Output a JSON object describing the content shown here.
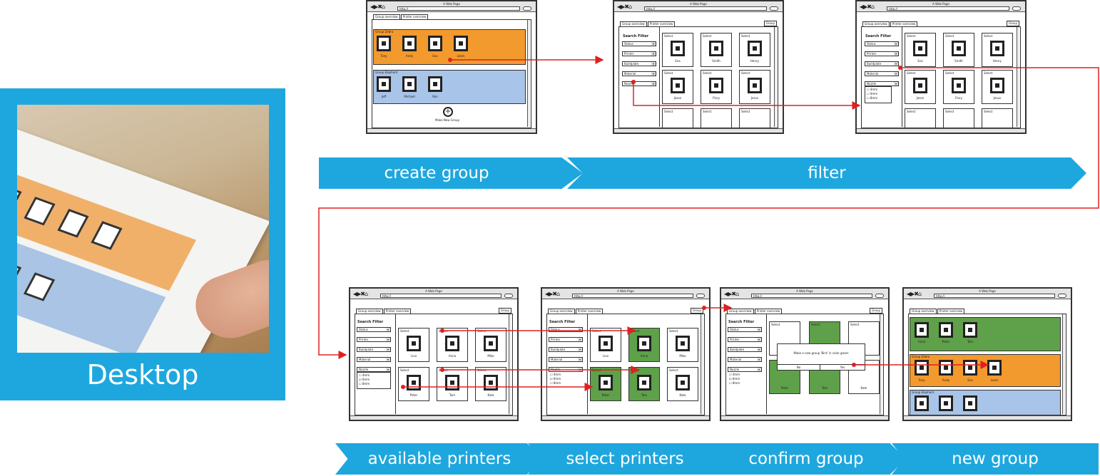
{
  "desktop": {
    "label": "Desktop"
  },
  "stages": {
    "create_group": "create group",
    "filter": "filter",
    "available_printers": "available printers",
    "select_printers": "select printers",
    "confirm_group": "confirm group",
    "new_group": "new group"
  },
  "mockup": {
    "window_title": "A Web Page",
    "url": "http://",
    "tab_group": "Group overview",
    "tab_printer": "Printer overview",
    "group_button": "Group",
    "search_filter": "Search Filter",
    "select": "Select",
    "make_new_group": "Make New Group"
  },
  "filters": [
    "Status",
    "Printer",
    "Buildplate",
    "Material",
    "Nozzle"
  ],
  "nozzle_options": [
    "4mm",
    "6mm",
    "8mm"
  ],
  "groups": {
    "zebra": {
      "name": "Group Zebra",
      "members": [
        "Tony",
        "Andy",
        "Eva",
        "Lears"
      ]
    },
    "elephant": {
      "name": "Group Elephant",
      "members": [
        "Jeff",
        "Michael",
        "Ron"
      ]
    },
    "new": {
      "members": [
        "Anna",
        "Peter",
        "Tom"
      ]
    }
  },
  "printers_row1": [
    "Eva",
    "Smith",
    "Henry"
  ],
  "printers_row2": [
    "Jason",
    "Flory",
    "Jesus"
  ],
  "available_row1": [
    "Lisa",
    "Anna",
    "Mike"
  ],
  "available_row2": [
    "Peter",
    "Tom",
    "Kate"
  ],
  "dialog": {
    "message": "Make a new group 'Bird' in color green",
    "no": "No",
    "yes": "Yes"
  },
  "colors": {
    "banner": "#1ea7de",
    "orange": "#f39a2e",
    "blue": "#a8c4e8",
    "green": "#5fa04a",
    "arrow": "#e02020"
  }
}
